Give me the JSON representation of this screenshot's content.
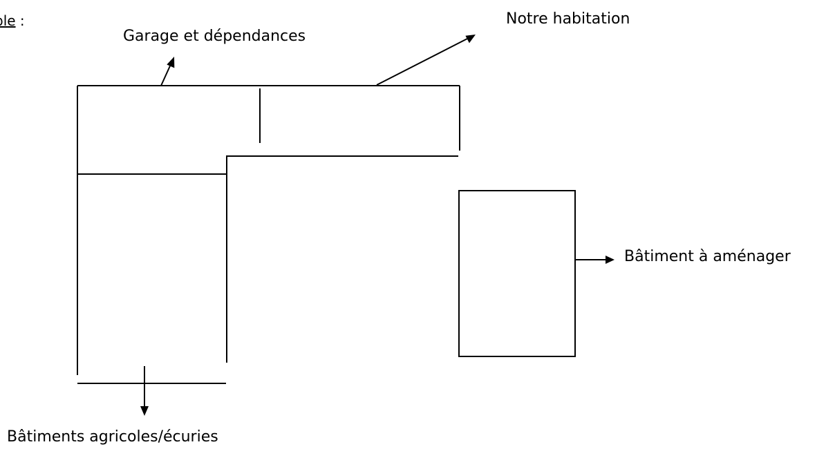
{
  "document": {
    "example_prefix": "ple",
    "example_suffix": " :"
  },
  "diagram": {
    "labels": {
      "garage": "Garage et dépendances",
      "habitation": "Notre habitation",
      "batiment_a_amenager": "Bâtiment à aménager",
      "batiments_agricoles": "Bâtiments agricoles/écuries"
    },
    "colors": {
      "stroke": "#000000",
      "background": "#ffffff"
    }
  }
}
